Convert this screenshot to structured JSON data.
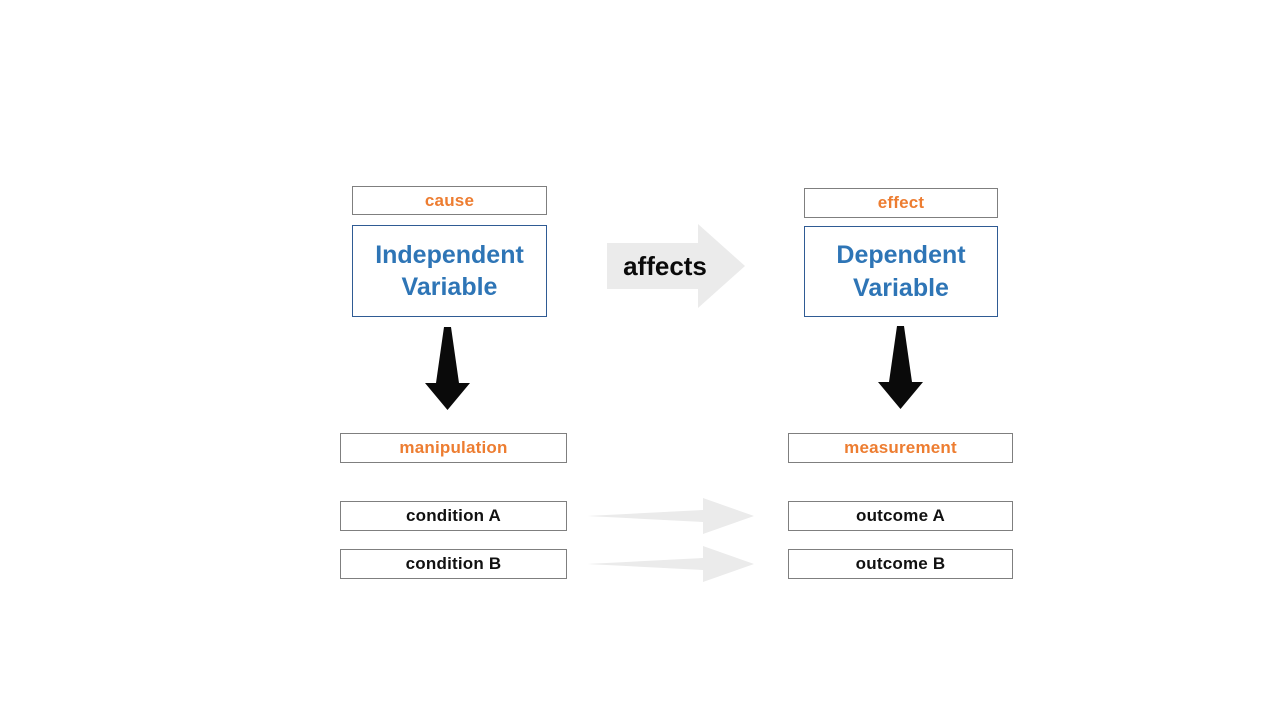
{
  "colors": {
    "background": "#FFFFFF",
    "orange": "#ED7D31",
    "blue_text": "#2E75B6",
    "blue_border": "#2F5B94",
    "gray_border": "#7F7F7F",
    "arrow_fill": "#EBEBEB",
    "black_arrow": "#0A0A0A",
    "text_black": "#111111"
  },
  "diagram": {
    "left": {
      "top_label": "cause",
      "variable": "Independent Variable",
      "process_label": "manipulation",
      "rows": [
        "condition A",
        "condition B"
      ]
    },
    "center": {
      "relation_label": "affects"
    },
    "right": {
      "top_label": "effect",
      "variable": "Dependent Variable",
      "process_label": "measurement",
      "rows": [
        "outcome A",
        "outcome B"
      ]
    }
  }
}
